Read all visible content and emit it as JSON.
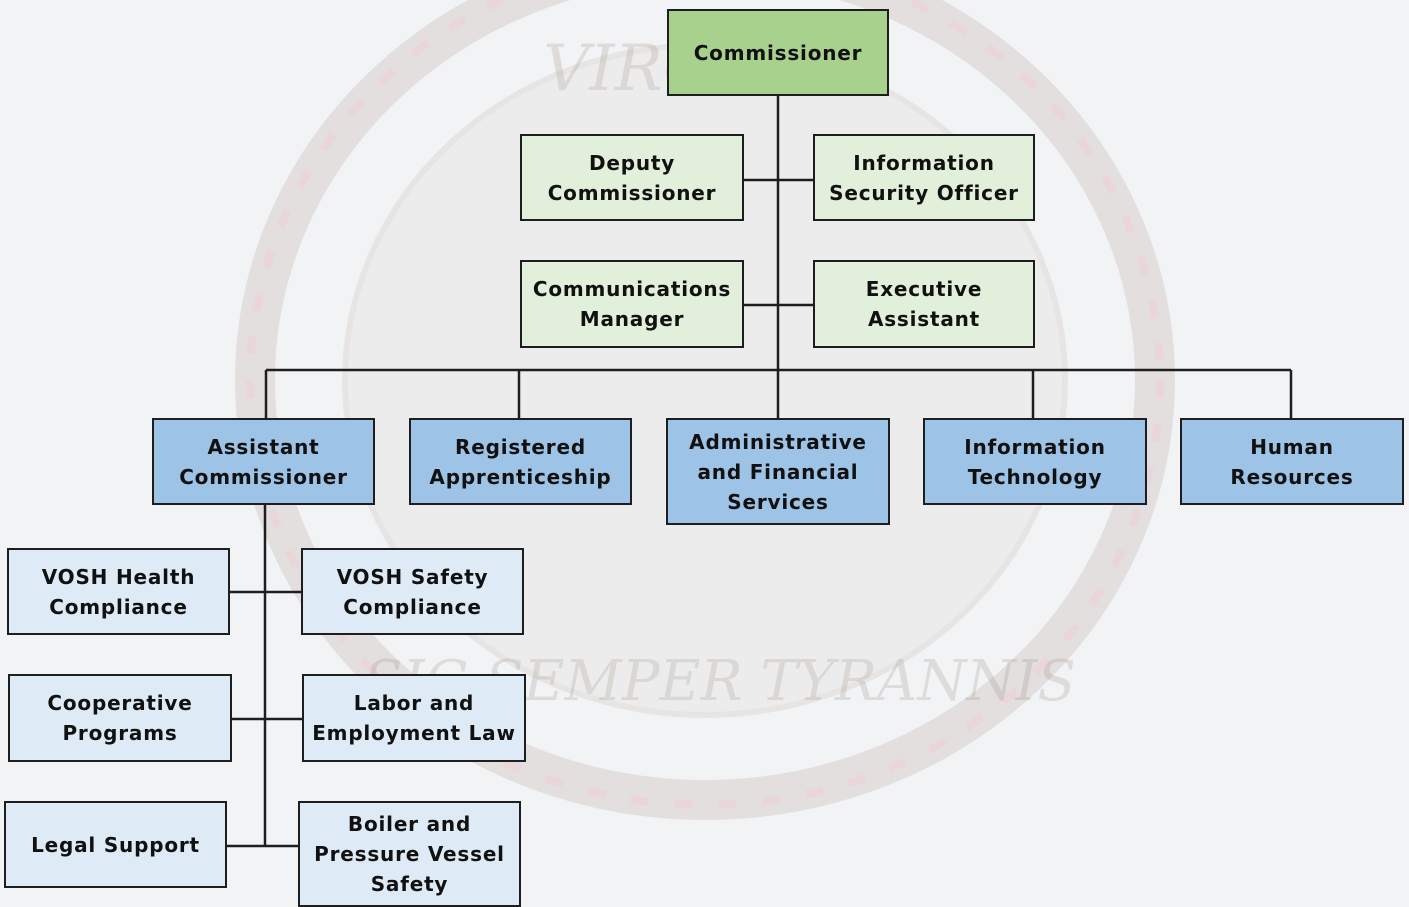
{
  "colors": {
    "top": "#a9d18e",
    "staff": "#e2efda",
    "division": "#9dc3e6",
    "unit": "#deebf7",
    "line": "#1e1e1e"
  },
  "watermark": {
    "top_text": "VIRGINIA",
    "bottom_text": "SIC SEMPER TYRANNIS"
  },
  "chart": {
    "commissioner": "Commissioner",
    "staff": [
      "Deputy\nCommissioner",
      "Information\nSecurity Officer",
      "Communications\nManager",
      "Executive\nAssistant"
    ],
    "divisions": [
      "Assistant\nCommissioner",
      "Registered\nApprenticeship",
      "Administrative\nand Financial\nServices",
      "Information\nTechnology",
      "Human\nResources"
    ],
    "units": [
      "VOSH Health\nCompliance",
      "VOSH Safety\nCompliance",
      "Cooperative\nPrograms",
      "Labor and\nEmployment Law",
      "Legal Support",
      "Boiler and\nPressure Vessel\nSafety"
    ]
  }
}
